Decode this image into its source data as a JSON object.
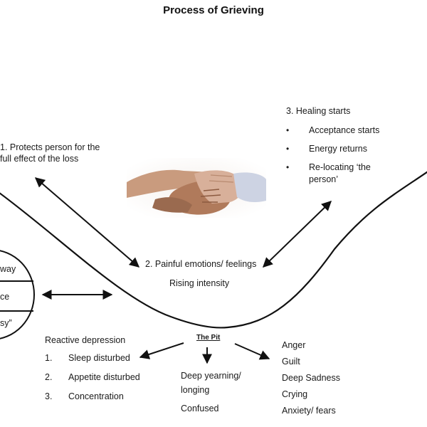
{
  "title": "Process of Grieving",
  "stage1": {
    "lines": [
      "1. Protects person for the",
      "full effect of the loss"
    ]
  },
  "stage2": {
    "lines": [
      "2. Painful emotions/ feelings",
      "Rising intensity"
    ]
  },
  "stage3": {
    "heading": "3. Healing starts",
    "items": [
      "Acceptance starts",
      "Energy returns",
      "Re-locating ‘the",
      "person’"
    ]
  },
  "pit": {
    "label": "The Pit"
  },
  "left_panel": {
    "rows": [
      "way",
      "ce",
      "sy”"
    ]
  },
  "reactive": {
    "heading": "Reactive depression",
    "items": [
      {
        "num": "1.",
        "label": "Sleep disturbed"
      },
      {
        "num": "2.",
        "label": "Appetite disturbed"
      },
      {
        "num": "3.",
        "label": "Concentration"
      }
    ]
  },
  "center_feelings": {
    "lines": [
      "Deep yearning/",
      "longing",
      "Confused"
    ]
  },
  "right_feelings": {
    "items": [
      "Anger",
      "Guilt",
      "Deep Sadness",
      "Crying",
      "Anxiety/ fears"
    ]
  },
  "image": {
    "icon": "holding-hands-photo"
  },
  "colors": {
    "text": "#1a1a1a",
    "line": "#111111"
  }
}
